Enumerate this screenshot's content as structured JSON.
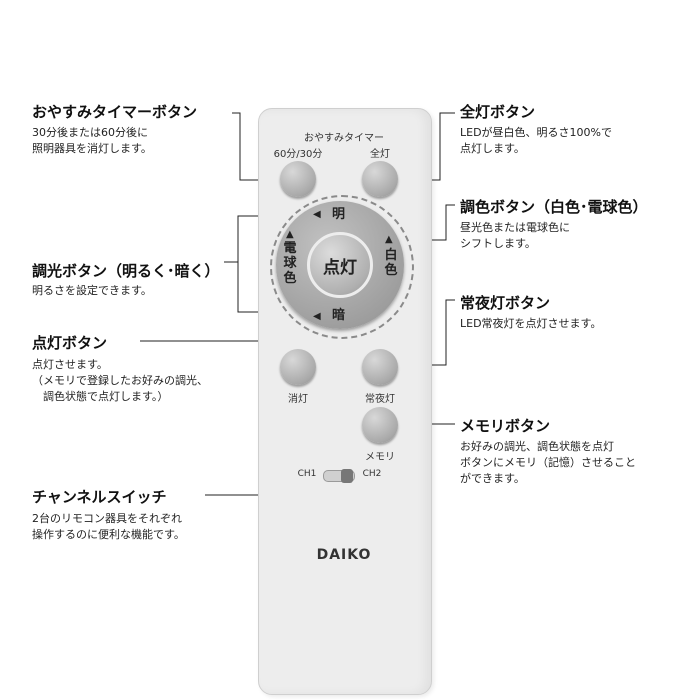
{
  "remote": {
    "sleep_timer_label": "おやすみタイマー",
    "sleep_timer_sub": "60分/30分",
    "full_light_label": "全灯",
    "dpad_up": "明",
    "dpad_down": "暗",
    "dpad_left": "電球色",
    "dpad_right": "白色",
    "dpad_center": "点灯",
    "off_label": "消灯",
    "night_label": "常夜灯",
    "memory_label": "メモリ",
    "ch1": "CH1",
    "ch2": "CH2",
    "brand": "DAIKO"
  },
  "callouts": {
    "sleep": {
      "title": "おやすみタイマーボタン",
      "desc": [
        "30分後または60分後に",
        "照明器具を消灯します。"
      ]
    },
    "dimmer": {
      "title": "調光ボタン（明るく･暗く）",
      "desc": [
        "明るさを設定できます。"
      ]
    },
    "on": {
      "title": "点灯ボタン",
      "desc": [
        "点灯させます。",
        "（メモリで登録したお好みの調光、",
        "　調色状態で点灯します。）"
      ]
    },
    "channel": {
      "title": "チャンネルスイッチ",
      "desc": [
        "2台のリモコン器具をそれぞれ",
        "操作するのに便利な機能です。"
      ]
    },
    "full": {
      "title": "全灯ボタン",
      "desc": [
        "LEDが昼白色、明るさ100%で",
        "点灯します。"
      ]
    },
    "color": {
      "title": "調色ボタン（白色･電球色）",
      "desc": [
        "昼光色または電球色に",
        "シフトします。"
      ]
    },
    "night": {
      "title": "常夜灯ボタン",
      "desc": [
        "LED常夜灯を点灯させます。"
      ]
    },
    "memory": {
      "title": "メモリボタン",
      "desc": [
        "お好みの調光、調色状態を点灯",
        "ボタンにメモリ（記憶）させること",
        "ができます。"
      ]
    }
  }
}
